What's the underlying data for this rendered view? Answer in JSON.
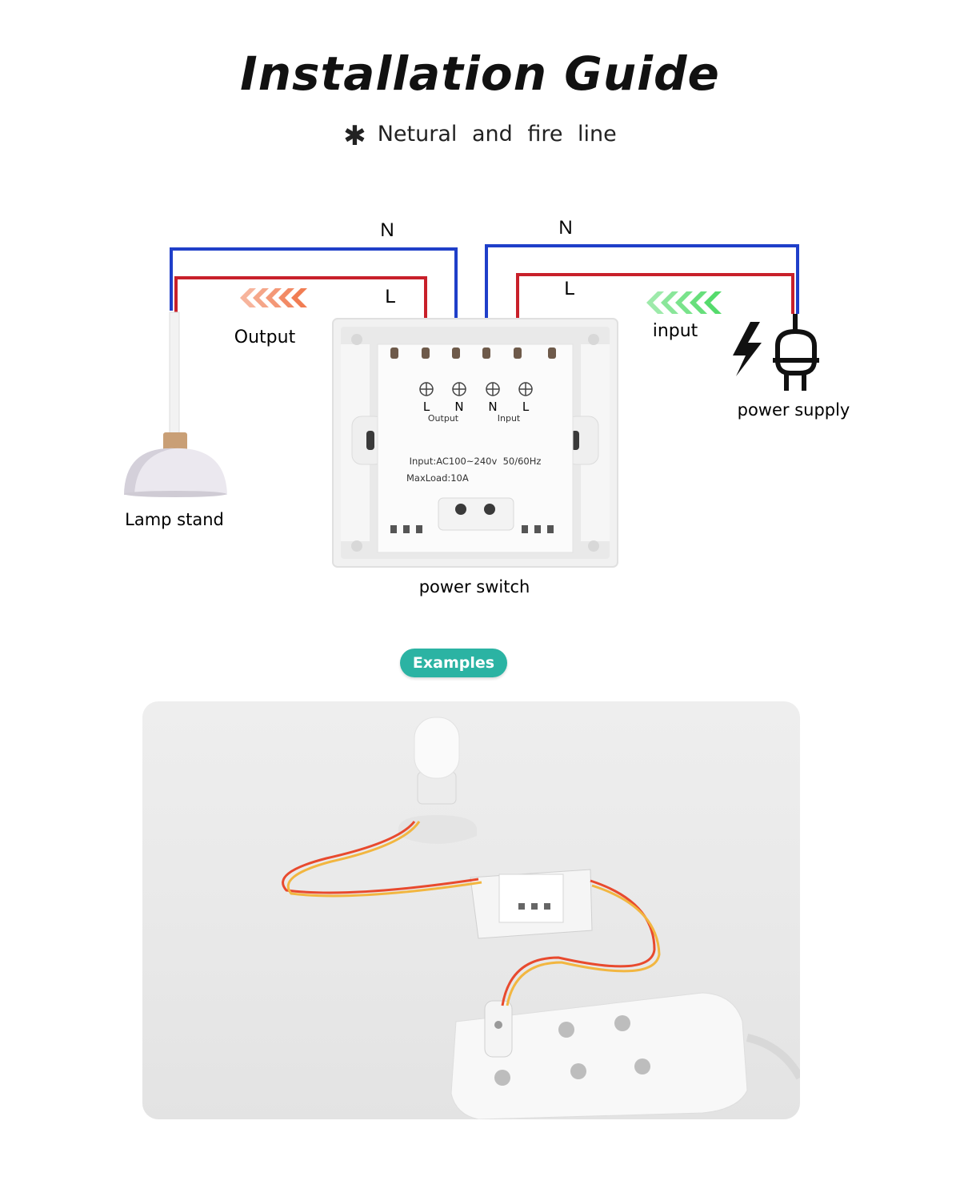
{
  "header": {
    "title": "Installation Guide",
    "subtitle": "Netural and fire line",
    "subtitle_icon": "asterisk-icon"
  },
  "diagram": {
    "label_n_left": "N",
    "label_n_right": "N",
    "label_l_left": "L",
    "label_l_right": "L",
    "output_label": "Output",
    "input_label": "input",
    "lamp_label": "Lamp stand",
    "supply_label": "power supply",
    "switch_label": "power switch",
    "terminals": [
      "L",
      "N",
      "N",
      "L"
    ],
    "terminal_group_output": "Output",
    "terminal_group_input": "Input",
    "spec_input": "Input:AC100~240v  50/60Hz",
    "spec_maxload": "MaxLoad:10A",
    "colors": {
      "neutral_wire": "#1f3fc9",
      "live_wire": "#c8202a",
      "output_arrows": "#f0764a",
      "input_arrows": "#4cd964"
    }
  },
  "examples": {
    "badge_label": "Examples",
    "badge_color": "#2bb3a3"
  }
}
